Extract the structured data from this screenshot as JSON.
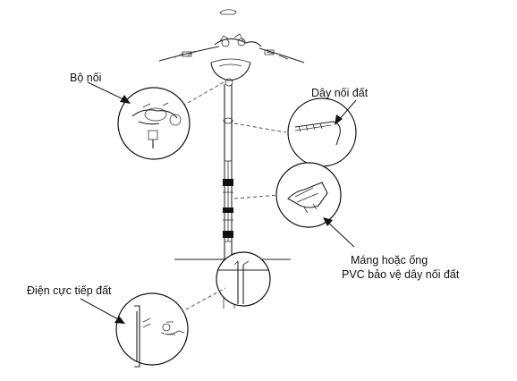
{
  "labels": {
    "connector": "Bộ nối",
    "ground_wire": "Dây nối đất",
    "conduit_line1": "Máng hoặc ống",
    "conduit_line2": "PVC bảo vệ dây nối đất",
    "ground_electrode": "Điện cực tiếp đất"
  },
  "colors": {
    "line": "#222222",
    "background": "#ffffff"
  }
}
